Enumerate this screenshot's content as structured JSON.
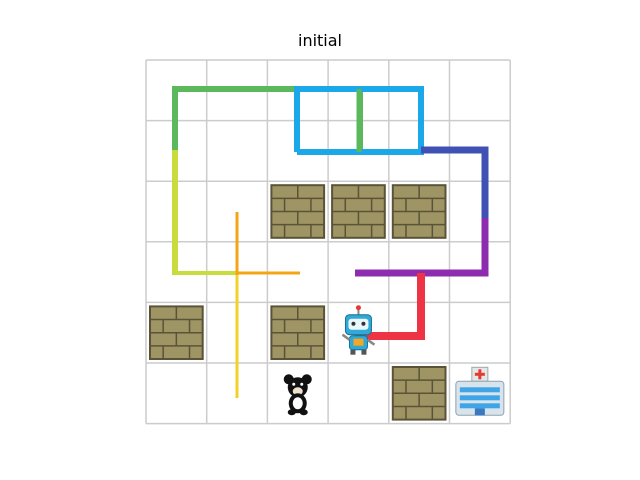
{
  "title": "initial",
  "grid": {
    "cols": 6,
    "rows": 6,
    "line_color": "#cccccc"
  },
  "walls": [
    {
      "col": 2,
      "row": 2
    },
    {
      "col": 3,
      "row": 2
    },
    {
      "col": 4,
      "row": 2
    },
    {
      "col": 0,
      "row": 4
    },
    {
      "col": 2,
      "row": 4
    },
    {
      "col": 4,
      "row": 5
    }
  ],
  "agents": {
    "robot": {
      "col": 3,
      "row": 4,
      "icon": "robot-icon"
    },
    "bear": {
      "col": 2,
      "row": 5,
      "icon": "bear-icon"
    },
    "hospital": {
      "col": 5,
      "row": 5,
      "icon": "hospital-icon"
    }
  },
  "path_colors": {
    "green": "#5cb85c",
    "lime": "#c8dc3c",
    "yellow": "#f2d22a",
    "orange": "#f4a516",
    "cyan": "#1aa8e8",
    "indigo": "#3f51b5",
    "purple": "#8e2cb0",
    "red": "#ee3344",
    "wall_fill": "#9e9464",
    "wall_mortar": "#5a5338"
  }
}
